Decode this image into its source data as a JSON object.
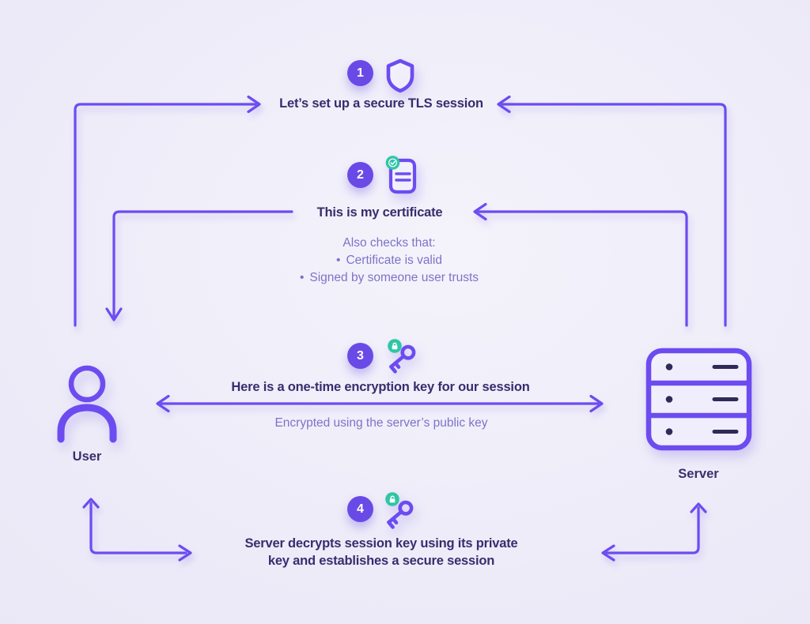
{
  "colors": {
    "accent": "#6C4CF1",
    "step_badge": "#6A4AE6",
    "heading": "#362E6E",
    "secondary": "#7D73C8",
    "teal": "#2FC6A5",
    "ink": "#2F2A56",
    "bg_center": "#F4F3FB",
    "bg_edge": "#E7E4F5"
  },
  "steps": [
    {
      "number": "1",
      "icon": "shield-icon",
      "title": "Let’s set up a secure TLS session"
    },
    {
      "number": "2",
      "icon": "certificate-icon",
      "title": "This is my certificate",
      "note_heading": "Also checks that:",
      "bullets": [
        {
          "marker": "•",
          "text": "Certificate is valid"
        },
        {
          "marker": "•",
          "text": "Signed by someone user trusts"
        }
      ]
    },
    {
      "number": "3",
      "icon": "key-locked-icon",
      "title": "Here is a one-time encryption key for our session",
      "subtitle": "Encrypted using the server’s public key"
    },
    {
      "number": "4",
      "icon": "key-unlocked-icon",
      "title_line1": "Server decrypts session key using its private",
      "title_line2": "key and establishes a secure session"
    }
  ],
  "entities": {
    "user_label": "User",
    "server_label": "Server"
  }
}
